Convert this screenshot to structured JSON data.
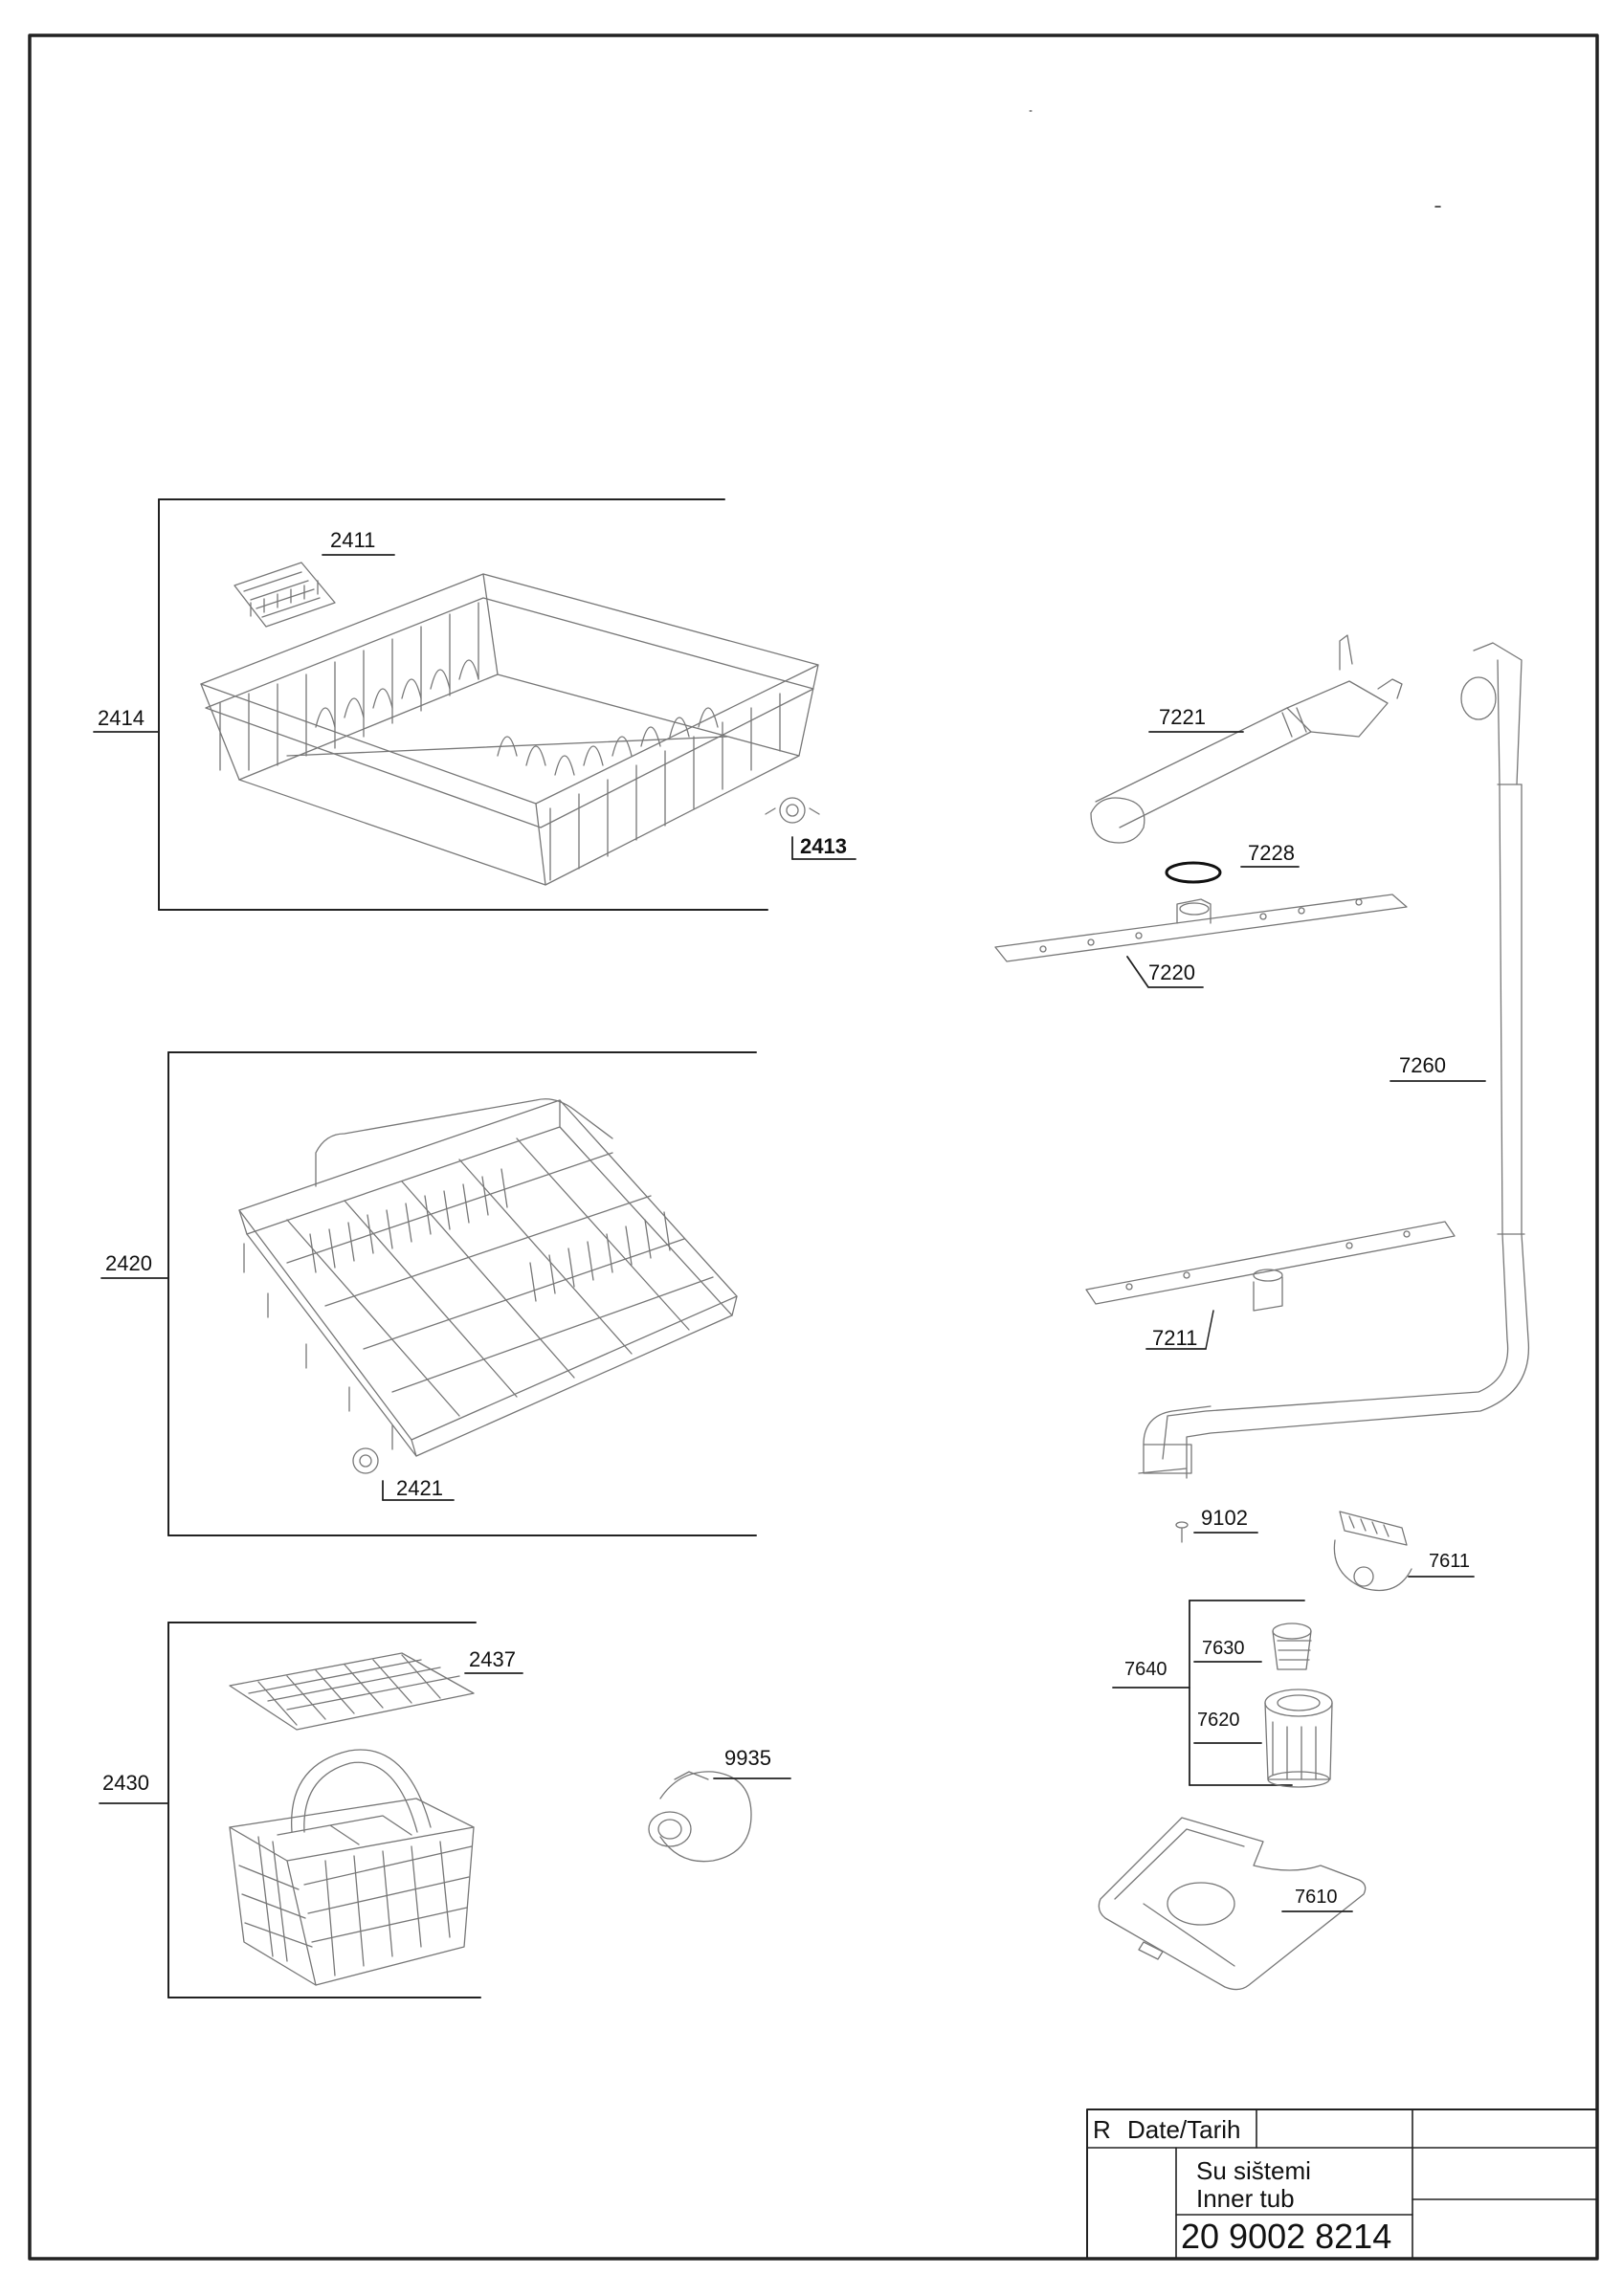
{
  "parts": {
    "p2411": "2411",
    "p2414": "2414",
    "p2413": "2413",
    "p2420": "2420",
    "p2421": "2421",
    "p2430": "2430",
    "p2437": "2437",
    "p9935": "9935",
    "p7221": "7221",
    "p7228": "7228",
    "p7220": "7220",
    "p7260": "7260",
    "p7211": "7211",
    "p9102": "9102",
    "p7611": "7611",
    "p7640": "7640",
    "p7630": "7630",
    "p7620": "7620",
    "p7610": "7610"
  },
  "title_block": {
    "rev": "R",
    "date_label": "Date/Tarih",
    "title_tr": "Su sis̆temi",
    "title_en": "Inner tub",
    "drawing_no": "20 9002 8214"
  }
}
